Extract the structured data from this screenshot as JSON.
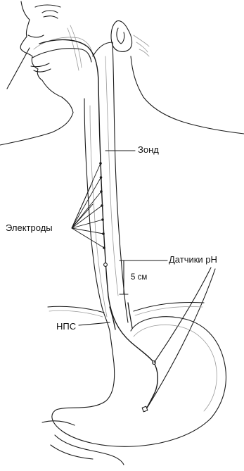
{
  "labels": {
    "probe": "Зонд",
    "electrodes": "Электроды",
    "ph_sensors": "Датчики pH",
    "distance": "5 см",
    "les": "НПС"
  },
  "colors": {
    "line": "#1a1a1a",
    "shade": "#9a9a9a"
  }
}
